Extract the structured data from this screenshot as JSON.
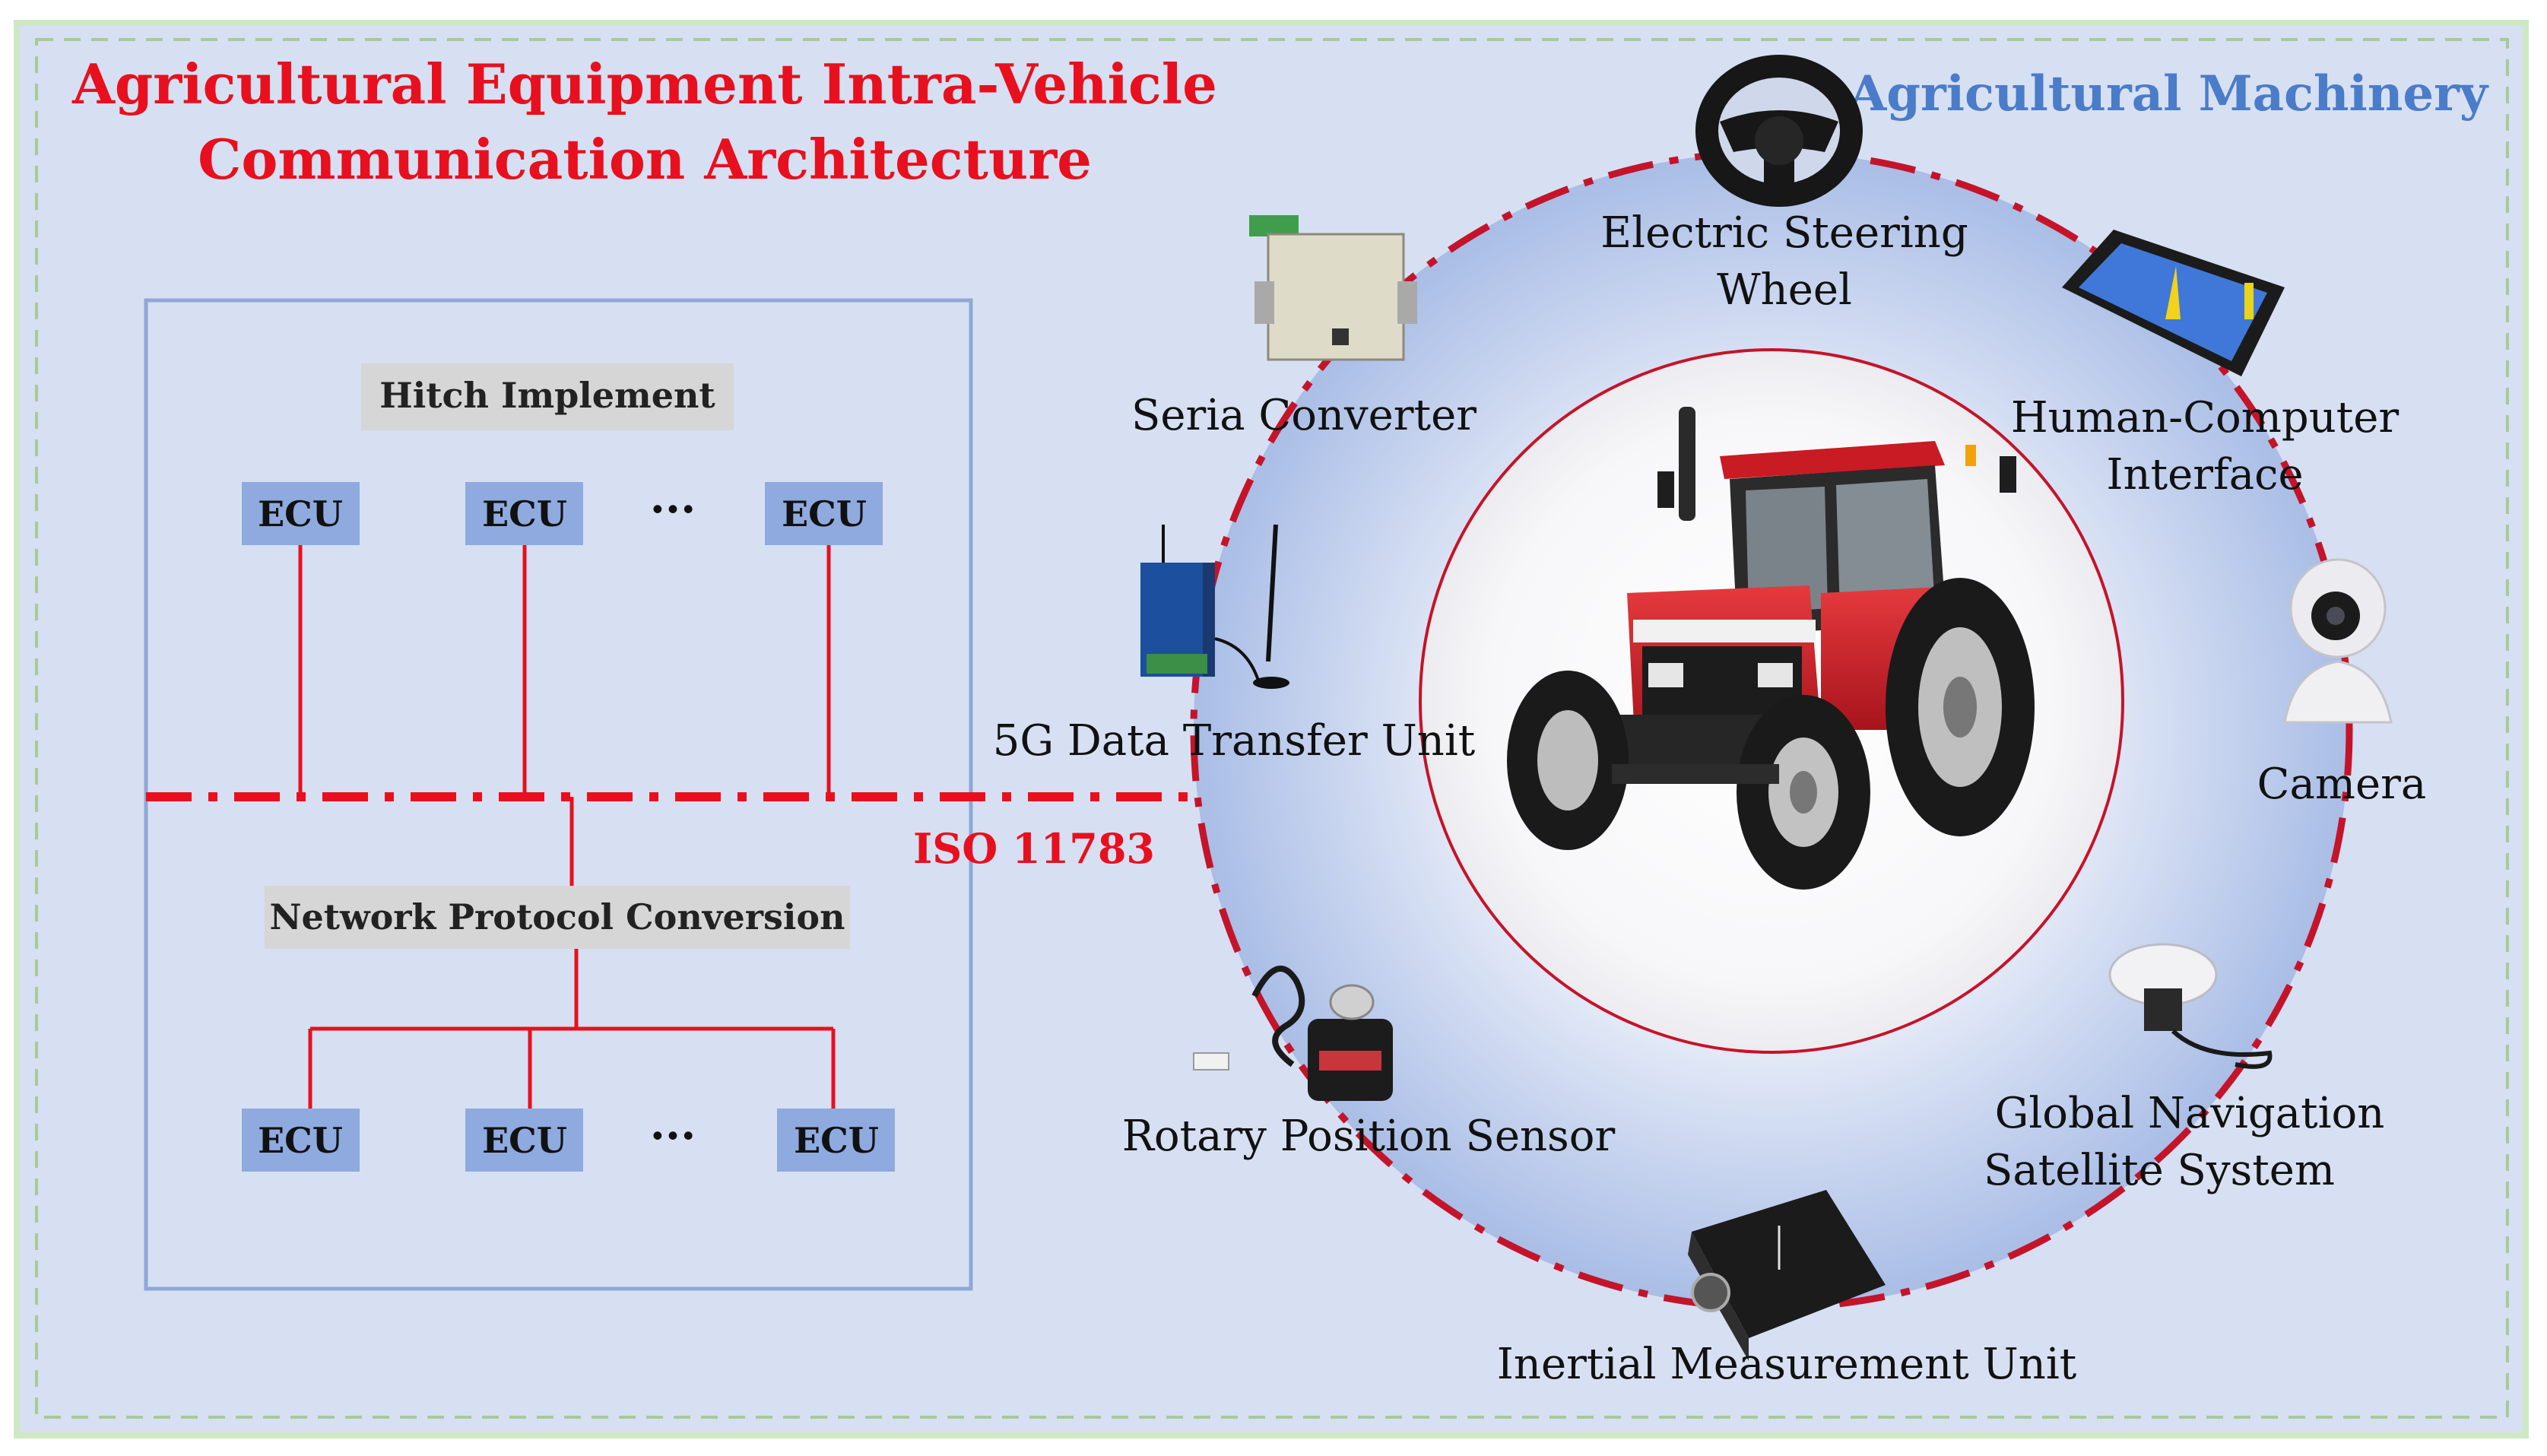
{
  "title": {
    "line1": "Agricultural Equipment Intra-Vehicle",
    "line2": "Communication Architecture"
  },
  "region_label": "Agricultural Machinery",
  "hitch_implement": "Hitch Implement",
  "network_protocol_conversion": "Network Protocol Conversion",
  "bus_label": "ISO 11783",
  "ecu_label": "ECU",
  "ellipsis": "···",
  "devices": {
    "steering": {
      "line1": "Electric Steering",
      "line2": "Wheel"
    },
    "hci": {
      "line1": "Human-Computer",
      "line2": "Interface"
    },
    "serial": "Seria Converter",
    "dtu": "5G Data Transfer Unit",
    "camera": "Camera",
    "rotary": "Rotary Position Sensor",
    "gnss": {
      "line1": "Global Navigation",
      "line2": "Satellite System"
    },
    "imu": "Inertial Measurement Unit"
  },
  "colors": {
    "background": "#d6e0f2",
    "accent_red": "#e8101e",
    "title_blue": "#4a7cc9",
    "ecu_fill": "#8eaadf",
    "gray_box": "#d6d6d6",
    "outer_border": "#cfe8c4"
  }
}
